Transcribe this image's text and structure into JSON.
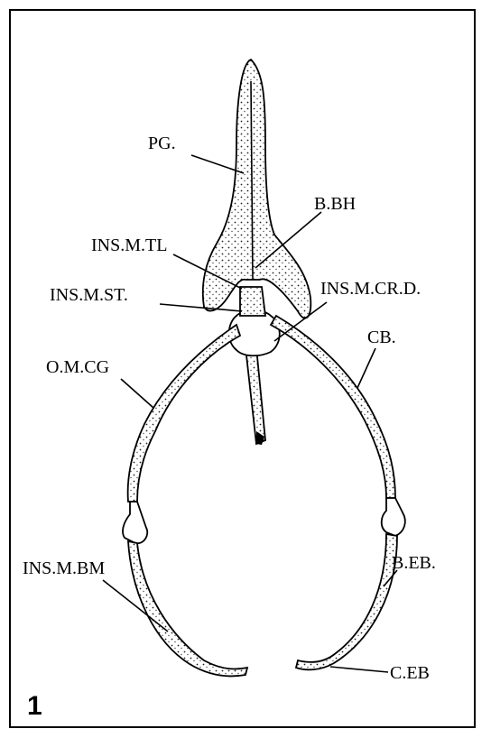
{
  "figure": {
    "number": "1",
    "labels": {
      "pg": "PG.",
      "bbh": "B.BH",
      "ins_m_tl": "INS.M.TL",
      "ins_m_st": "INS.M.ST.",
      "ins_m_crd": "INS.M.CR.D.",
      "cb": "CB.",
      "omcg": "O.M.CG",
      "beb": "B.EB.",
      "ins_m_bm": "INS.M.BM",
      "ceb": "C.EB"
    }
  }
}
